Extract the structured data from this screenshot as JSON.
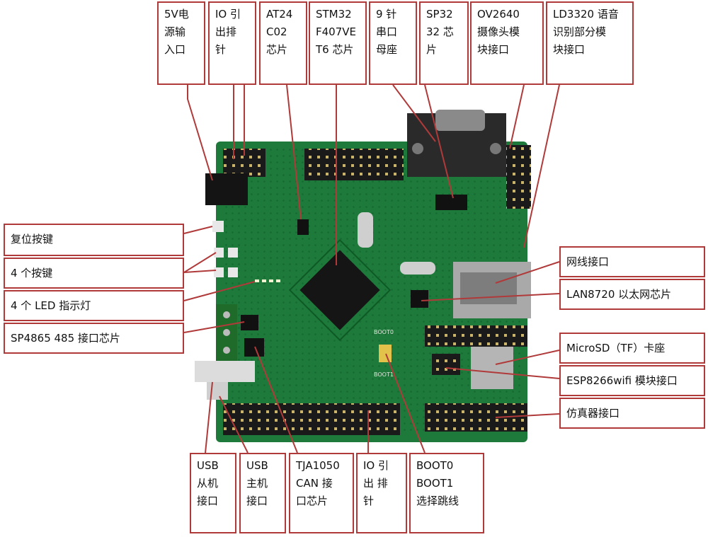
{
  "labels": {
    "top": {
      "power_5v": "5V电\n源输\n入口",
      "io_header_top": "IO 引\n出排\n针",
      "at24c02": "AT24\nC02\n芯片",
      "stm32": "STM32\nF407VE\nT6 芯片",
      "serial_9pin": "9 针\n串口\n母座",
      "sp3232": "SP32\n32 芯\n片",
      "ov2640": "OV2640\n摄像头模\n块接口",
      "ld3320": "LD3320 语音\n识别部分模\n块接口"
    },
    "left": {
      "reset_key": "复位按键",
      "keys_4": "4 个按键",
      "led_4": "4 个 LED 指示灯",
      "sp4865": "SP4865 485 接口芯片"
    },
    "right": {
      "ethernet_port": "网线接口",
      "lan8720": "LAN8720 以太网芯片",
      "microsd": "MicroSD（TF）卡座",
      "esp8266": "ESP8266wifi 模块接口",
      "emulator": "仿真器接口"
    },
    "bottom": {
      "usb_slave": "USB\n从机\n接口",
      "usb_host": "USB\n主机\n接口",
      "tja1050": "TJA1050\nCAN  接\n口芯片",
      "io_header_bottom": "IO  引\n出  排\n针",
      "boot_jumper": "BOOT0\nBOOT1\n选择跳线"
    },
    "board": {
      "boot0": "BOOT0",
      "boot1": "BOOT1"
    }
  }
}
